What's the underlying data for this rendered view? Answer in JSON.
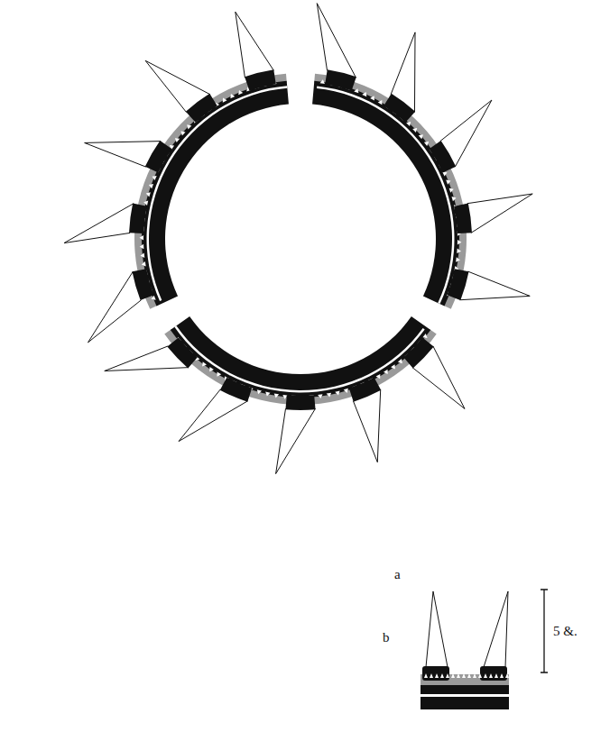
{
  "diagram": {
    "labels": [
      "a",
      "b",
      "5 &."
    ]
  }
}
